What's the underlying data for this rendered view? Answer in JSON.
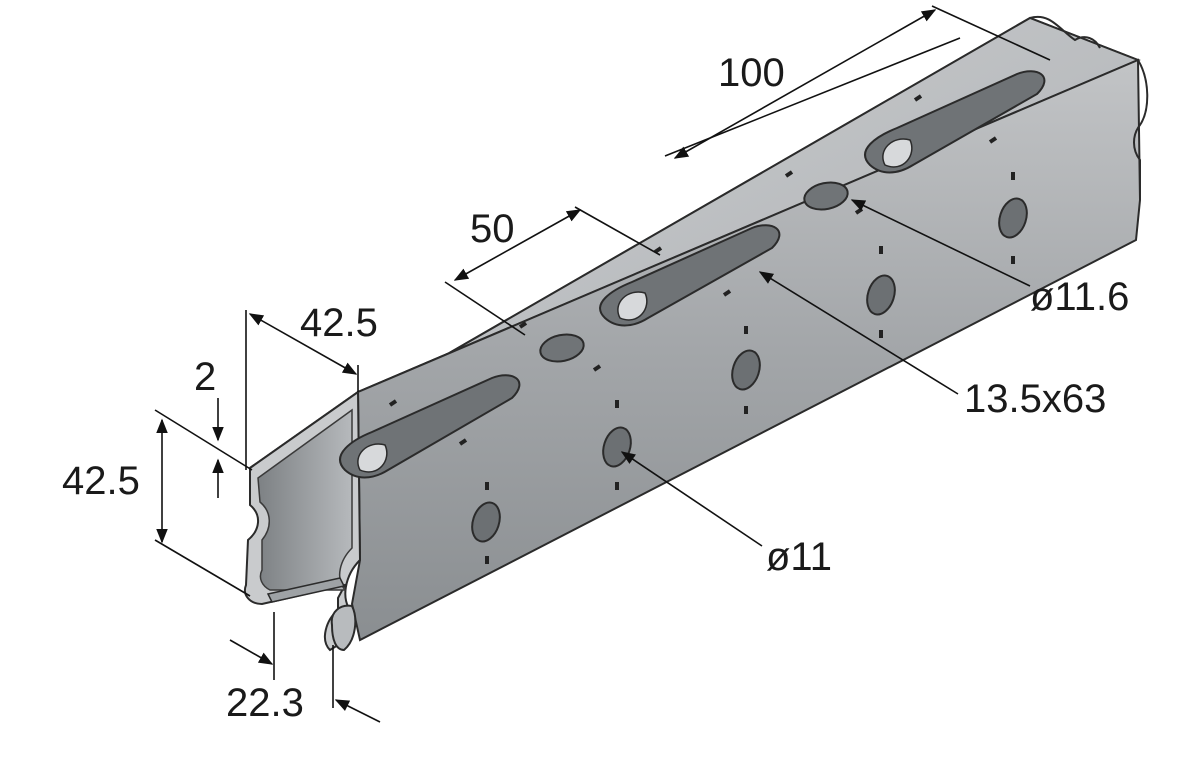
{
  "figure": {
    "subject": "slotted strut channel",
    "colors": {
      "steel_top": "#b9bcbf",
      "steel_side": "#a5a8ab",
      "steel_inside": "#8f9396",
      "edge": "#2b2b2b",
      "dimension_line": "#111111"
    }
  },
  "dimensions": {
    "pitch_long": "100",
    "pitch_short": "50",
    "width_top": "42.5",
    "height_side": "42.5",
    "wall_thickness": "2",
    "slot_opening": "22.3",
    "top_hole_diameter": "ø11.6",
    "slot_size": "13.5x63",
    "side_hole_diameter": "ø11"
  }
}
